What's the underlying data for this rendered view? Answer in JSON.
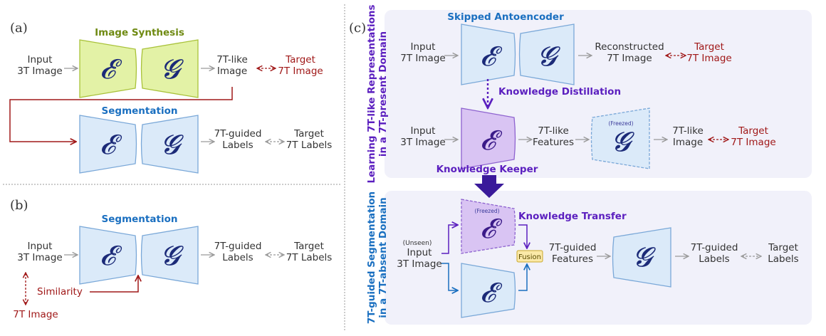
{
  "panels": {
    "a": "(a)",
    "b": "(b)",
    "c": "(c)"
  },
  "glyphs": {
    "encoder": "𝓔",
    "generator": "𝓖"
  },
  "panel_a": {
    "title_synthesis": "Image Synthesis",
    "title_segmentation": "Segmentation",
    "input_1": "Input",
    "input_2": "3T Image",
    "out_1": "7T-like",
    "out_2": "Image",
    "target_1": "Target",
    "target_2": "7T Image",
    "seg_out_1": "7T-guided",
    "seg_out_2": "Labels",
    "seg_target_1": "Target",
    "seg_target_2": "7T Labels"
  },
  "panel_b": {
    "title_segmentation": "Segmentation",
    "input_1": "Input",
    "input_2": "3T Image",
    "out_1": "7T-guided",
    "out_2": "Labels",
    "target_1": "Target",
    "target_2": "7T Labels",
    "similarity": "Similarity",
    "ref_image": "7T Image"
  },
  "panel_c": {
    "side_top_1": "Learning 7T-like Representations",
    "side_top_2": "in a 7T-present Domain",
    "side_bottom_1": "7T-guided Segmentation",
    "side_bottom_2": "in a 7T-absent Domain",
    "title_autoencoder": "Skipped Antoencoder",
    "ae_input_1": "Input",
    "ae_input_2": "7T Image",
    "ae_out_1": "Reconstructed",
    "ae_out_2": "7T Image",
    "ae_target_1": "Target",
    "ae_target_2": "7T Image",
    "knowledge_distillation": "Knowledge Distillation",
    "kk_input_1": "Input",
    "kk_input_2": "3T Image",
    "kk_feat_1": "7T-like",
    "kk_feat_2": "Features",
    "freezed": "(Freezed)",
    "kk_out_1": "7T-like",
    "kk_out_2": "Image",
    "kk_target_1": "Target",
    "kk_target_2": "7T Image",
    "knowledge_keeper": "Knowledge Keeper",
    "knowledge_transfer": "Knowledge Transfer",
    "unseen": "(Unseen)",
    "seg_input_1": "Input",
    "seg_input_2": "3T Image",
    "fusion": "Fusion",
    "seg_feat_1": "7T-guided",
    "seg_feat_2": "Features",
    "seg_out_1": "7T-guided",
    "seg_out_2": "Labels",
    "seg_target_1": "Target",
    "seg_target_2": "Labels"
  },
  "colors": {
    "green_fill": "#e3f2a6",
    "green_stroke": "#a9c23a",
    "blue_fill": "#dbeaf9",
    "blue_stroke": "#7aa8d8",
    "purple_fill": "#d9c4f3",
    "purple_stroke": "#8e63cf",
    "red_arrow": "#a01818",
    "gray_arrow": "#9a9a9a",
    "bg_panel": "#f1f1fa",
    "fusion_fill": "#fbe9a8"
  }
}
